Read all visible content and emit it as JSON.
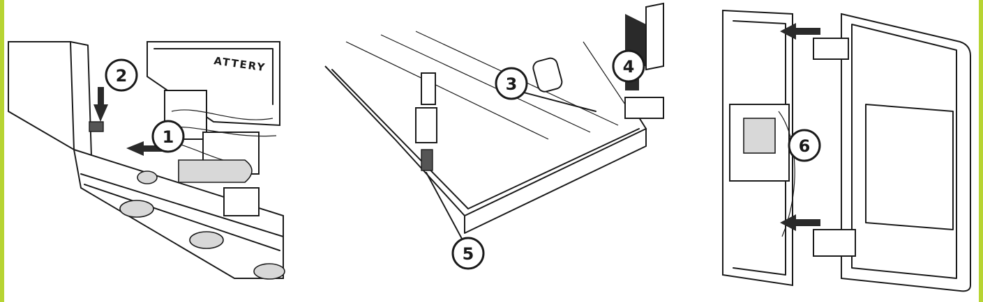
{
  "figure": {
    "background": "#ffffff",
    "frame_color": "#b7d433",
    "panels": [
      {
        "id": "panel-1",
        "printed_label": "ATTERY",
        "callouts": [
          "2",
          "1"
        ]
      },
      {
        "id": "panel-2",
        "callouts": [
          "3",
          "4",
          "5"
        ]
      },
      {
        "id": "panel-3",
        "callouts": [
          "6"
        ]
      }
    ]
  }
}
